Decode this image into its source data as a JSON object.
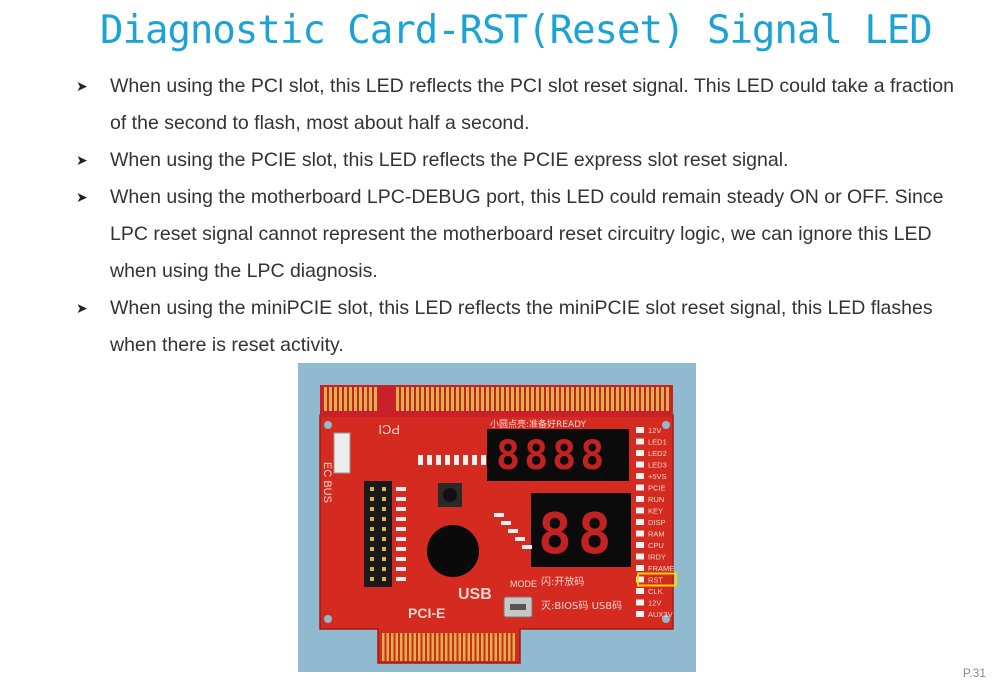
{
  "title": "Diagnostic Card-RST(Reset) Signal LED",
  "bullets": [
    {
      "text": "When using the PCI slot, this LED reflects the PCI slot reset signal. This LED could take a fraction of the second to flash, most about half a second."
    },
    {
      "text": "When using the PCIE slot, this LED reflects the PCIE express slot reset signal."
    },
    {
      "text": "When using the motherboard LPC-DEBUG port, this LED could remain steady ON or OFF. Since LPC reset signal cannot represent the motherboard reset circuitry logic, we can ignore this LED when using the LPC diagnosis."
    },
    {
      "text": "When using the miniPCIE slot, this LED reflects the miniPCIE slot reset signal, this LED flashes when there is reset activity."
    }
  ],
  "bullet_icon": "arrowhead-bullet-icon",
  "board": {
    "pci_label": "PCI",
    "ec_bus_label": "EC BUS",
    "pcie_label": "PCI-E",
    "usb_label": "USB",
    "mode_label": "MODE",
    "top_cn_text": "小圆点亮:准备好READY",
    "bottom_cn_text_1": "闪:开放码",
    "bottom_cn_text_2": "灭:BIOS码 USB码",
    "seg_top": "8888",
    "seg_bottom": "88",
    "led_labels": [
      "12V",
      "LED1",
      "LED2",
      "LED3",
      "+5VS",
      "PCIE",
      "RUN",
      "KEY",
      "DISP",
      "RAM",
      "CPU",
      "IRDY",
      "FRAME",
      "RST",
      "CLK",
      "12V",
      "AUX3V"
    ],
    "highlight_label": "RST",
    "colors": {
      "board": "#d42a1f",
      "board_dark": "#a81810",
      "gold": "#d9b24a",
      "background": "#8fbad0",
      "segment": "#ff2a2a",
      "highlight": "#ffd400"
    }
  },
  "page_number": "P.31"
}
